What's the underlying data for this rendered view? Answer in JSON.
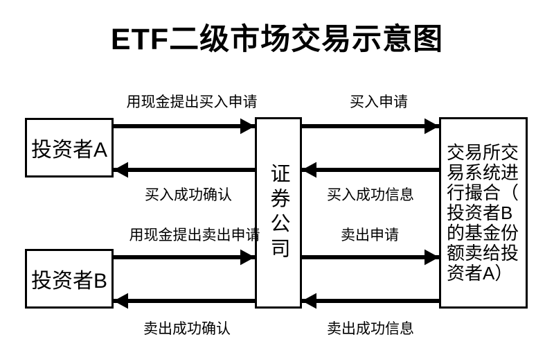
{
  "title": "ETF二级市场交易示意图",
  "nodes": {
    "investor_a": {
      "label": "投资者A"
    },
    "investor_b": {
      "label": "投资者B"
    },
    "broker": {
      "label": "证券公司"
    },
    "exchange": {
      "lines": [
        "交易所交",
        "易系统进",
        "行撮合（",
        "投资者B",
        "的基金份",
        "额卖给投",
        "资者A）"
      ]
    }
  },
  "flows": {
    "buy_request_cash": "用现金提出买入申请",
    "buy_request": "买入申请",
    "buy_confirm": "买入成功确认",
    "buy_info": "买入成功信息",
    "sell_request_cash": "用现金提出卖出申请",
    "sell_request": "卖出申请",
    "sell_confirm": "卖出成功确认",
    "sell_info": "卖出成功信息"
  },
  "colors": {
    "background": "#ffffff",
    "line": "#000000",
    "text": "#000000"
  }
}
